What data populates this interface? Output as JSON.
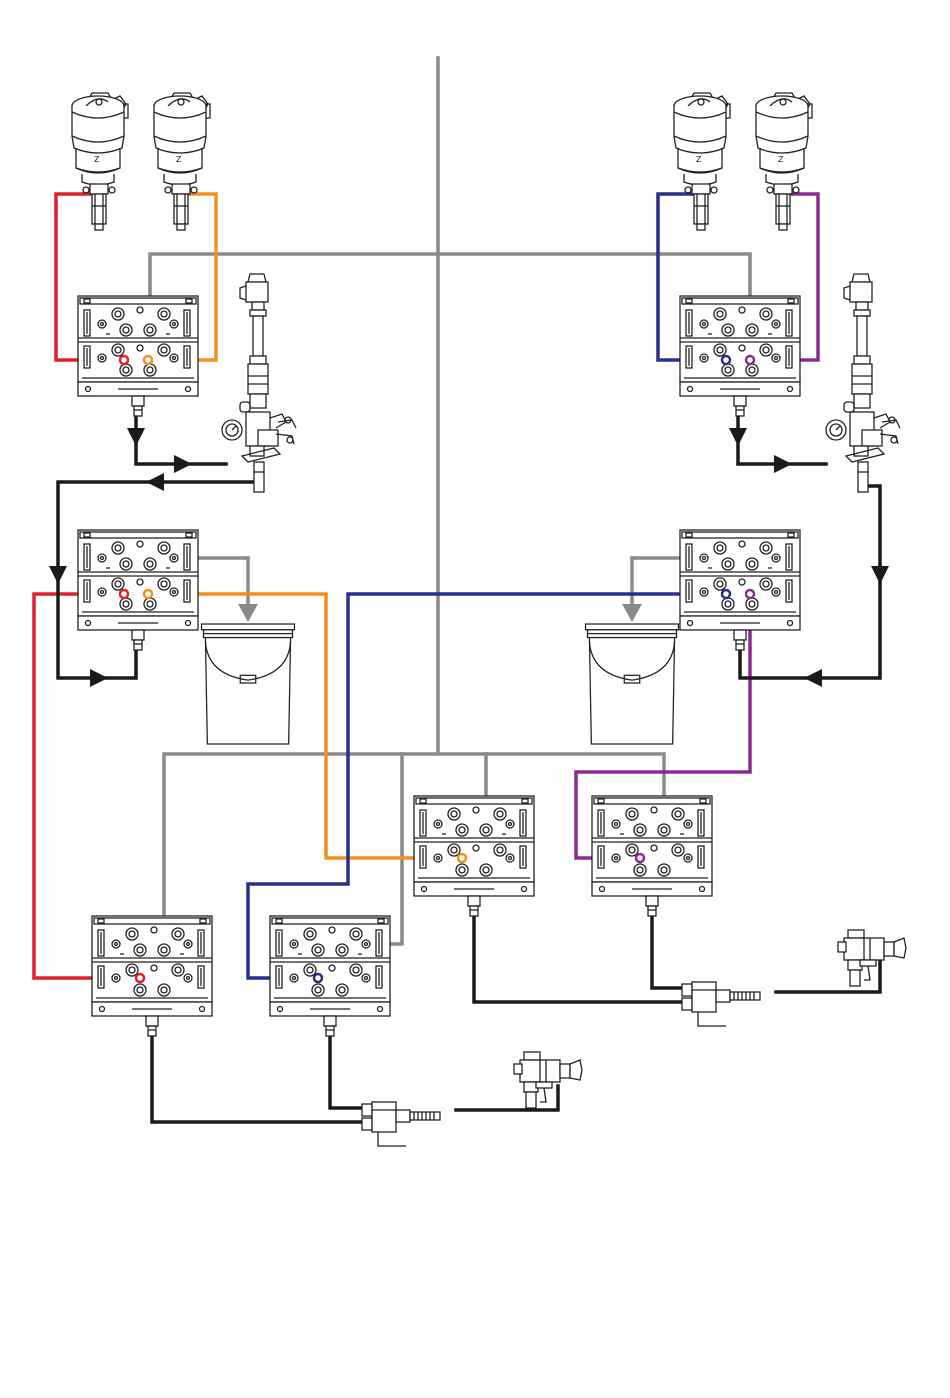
{
  "colors": {
    "air_supply": "#8a8a8a",
    "return": "#1a1a1a",
    "red_fluid": "#e0202c",
    "orange_fluid": "#f0901e",
    "blue_fluid": "#2a2f8a",
    "purple_fluid": "#8a2a94"
  },
  "components": {
    "feed_pumps": [
      {
        "icon": "feed-pump-icon",
        "side": "left",
        "hose": "red"
      },
      {
        "icon": "feed-pump-icon",
        "side": "left",
        "hose": "orange"
      },
      {
        "icon": "feed-pump-icon",
        "side": "right",
        "hose": "blue"
      },
      {
        "icon": "feed-pump-icon",
        "side": "right",
        "hose": "purple"
      }
    ],
    "transfer_pumps": [
      {
        "icon": "transfer-pump-icon",
        "side": "left"
      },
      {
        "icon": "transfer-pump-icon",
        "side": "right"
      }
    ],
    "manifolds": [
      {
        "icon": "manifold-icon",
        "role": "left-inlet"
      },
      {
        "icon": "manifold-icon",
        "role": "right-inlet"
      },
      {
        "icon": "manifold-icon",
        "role": "left-recirculation"
      },
      {
        "icon": "manifold-icon",
        "role": "right-recirculation"
      },
      {
        "icon": "manifold-icon",
        "role": "gun-1-red"
      },
      {
        "icon": "manifold-icon",
        "role": "gun-1-blue"
      },
      {
        "icon": "manifold-icon",
        "role": "gun-2-orange"
      },
      {
        "icon": "manifold-icon",
        "role": "gun-2-purple"
      }
    ],
    "pails": [
      {
        "icon": "pail-icon",
        "side": "left"
      },
      {
        "icon": "pail-icon",
        "side": "right"
      }
    ],
    "spray_guns": [
      {
        "icon": "spray-gun-icon",
        "position": "lower"
      },
      {
        "icon": "spray-gun-icon",
        "position": "upper"
      }
    ],
    "mix_blocks": [
      {
        "icon": "mix-block-icon",
        "feeds": "lower-gun"
      },
      {
        "icon": "mix-block-icon",
        "feeds": "upper-gun"
      }
    ]
  }
}
